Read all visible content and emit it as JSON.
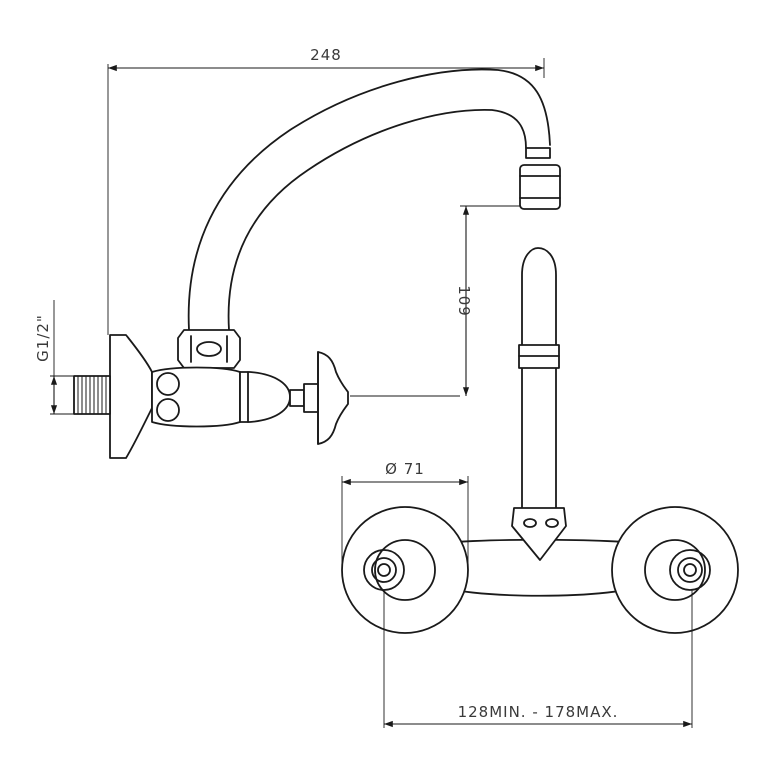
{
  "dimensions": {
    "top_width": "248",
    "outlet_height": "109",
    "thread_size": "G1/2\"",
    "flange_diameter": "Ø 71",
    "center_distance": "128MIN. - 178MAX."
  }
}
